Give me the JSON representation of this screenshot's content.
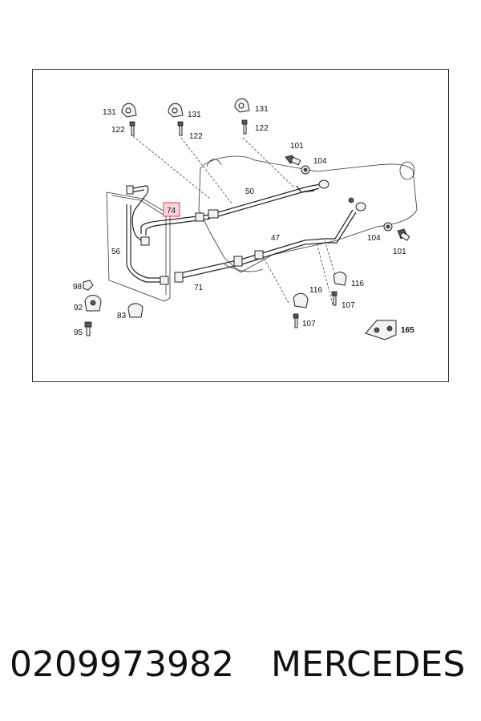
{
  "labels": {
    "c131a": "131",
    "c122a": "122",
    "c131b": "131",
    "c122b": "122",
    "c131c": "131",
    "c122c": "122",
    "c101a": "101",
    "c104a": "104",
    "c50": "50",
    "c74": "74",
    "c56": "56",
    "c47": "47",
    "c104b": "104",
    "c101b": "101",
    "c71": "71",
    "c116a": "116",
    "c116b": "116",
    "c107a": "107",
    "c107b": "107",
    "c98": "98",
    "c92": "92",
    "c83": "83",
    "c95": "95",
    "c165": "165"
  },
  "highlight_color": "#e05a6a",
  "footer": {
    "part_number": "0209973982",
    "brand": "MERCEDES"
  }
}
